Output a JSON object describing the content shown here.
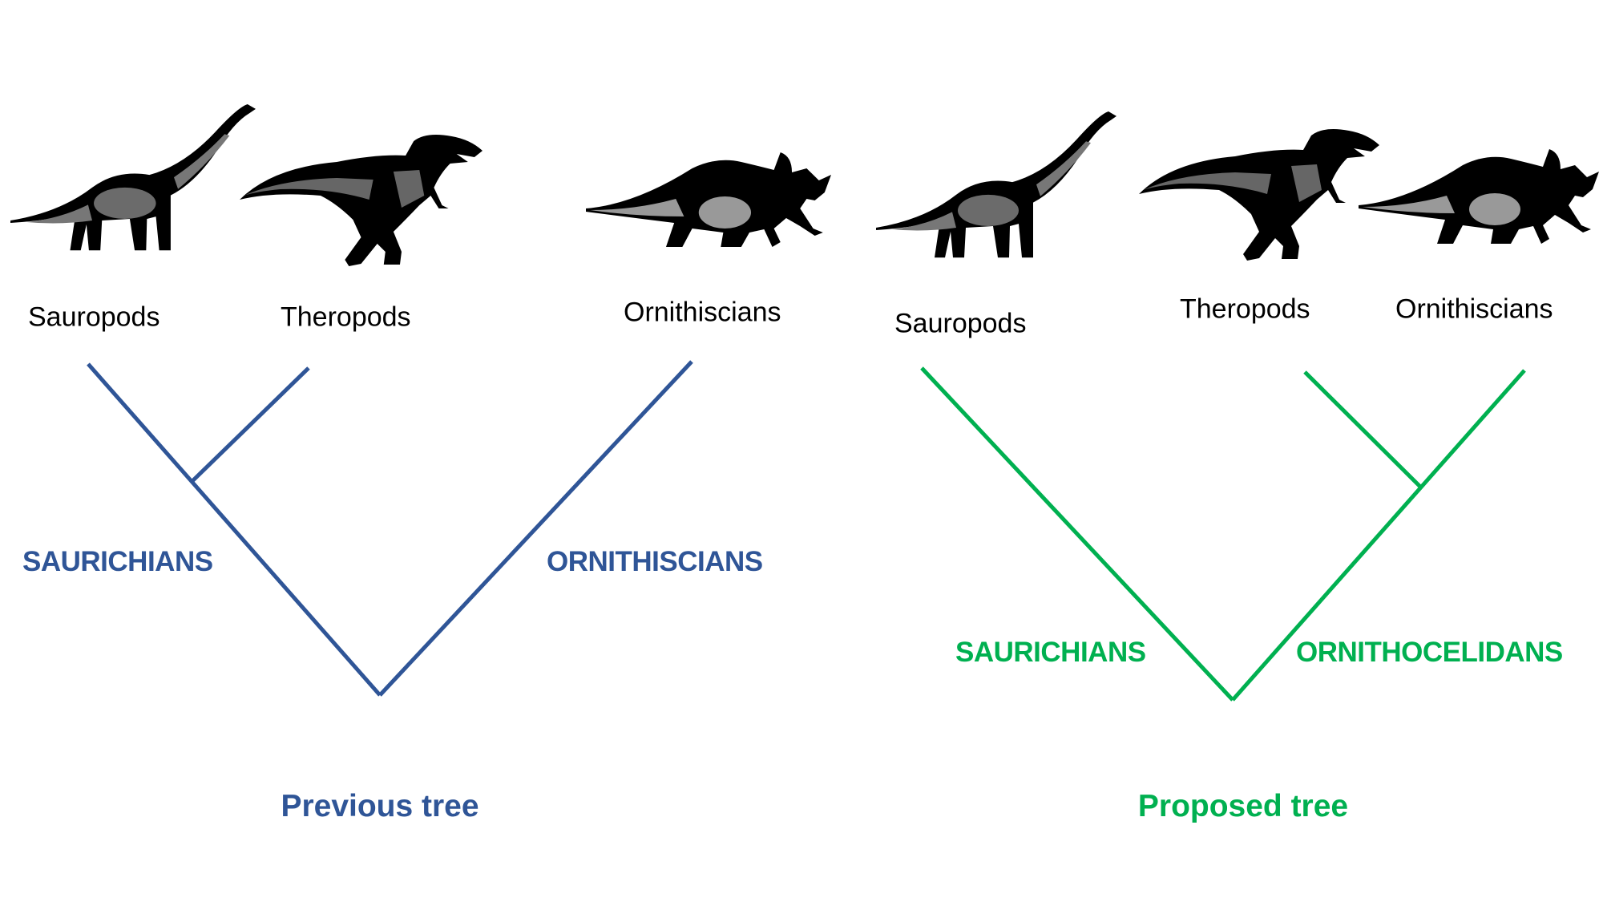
{
  "colors": {
    "previous": "#2f5597",
    "proposed": "#00b050"
  },
  "previous_tree": {
    "title": "Previous tree",
    "leaves": [
      "Sauropods",
      "Theropods",
      "Ornithiscians"
    ],
    "clades": [
      "SAURICHIANS",
      "ORNITHISCIANS"
    ]
  },
  "proposed_tree": {
    "title": "Proposed tree",
    "leaves": [
      "Sauropods",
      "Theropods",
      "Ornithiscians"
    ],
    "clades": [
      "SAURICHIANS",
      "ORNITHOCELIDANS"
    ]
  },
  "icons": [
    "sauropod-silhouette",
    "theropod-silhouette",
    "ceratopsian-silhouette"
  ]
}
